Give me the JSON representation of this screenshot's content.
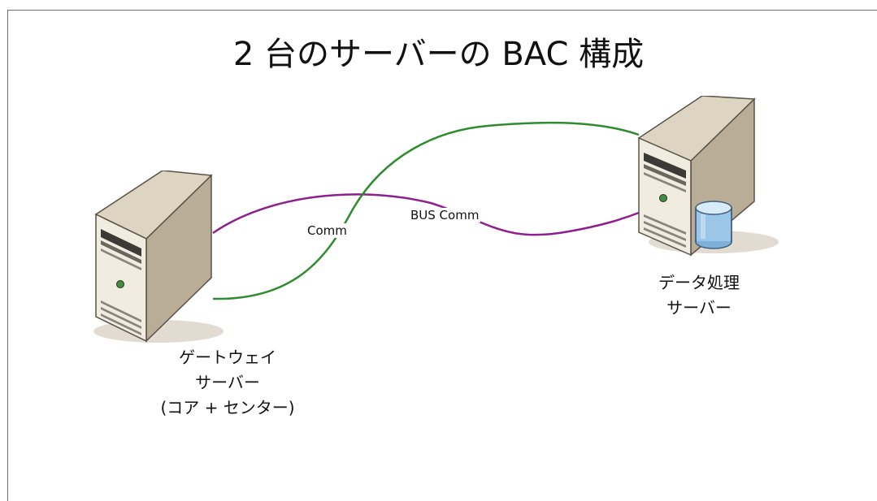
{
  "slide": {
    "title": "2 台のサーバーの BAC 構成"
  },
  "nodes": {
    "gateway_server": {
      "icon": "tower-server-icon",
      "caption_lines": [
        "ゲートウェイ",
        "サーバー",
        "(コア + センター)"
      ]
    },
    "data_processing_server": {
      "icon": "tower-server-with-database-icon",
      "caption_lines": [
        "データ処理",
        "サーバー"
      ]
    }
  },
  "links": {
    "comm": {
      "label": "Comm",
      "color": "#2e8b2e"
    },
    "bus_comm": {
      "label": "BUS Comm",
      "color": "#8e1f8e"
    }
  },
  "colors": {
    "server_front": "#f1ece0",
    "server_side": "#b9ad97",
    "server_top": "#ddd4c1",
    "database": "#9cc6e8",
    "shadow": "#d9d2c7"
  }
}
